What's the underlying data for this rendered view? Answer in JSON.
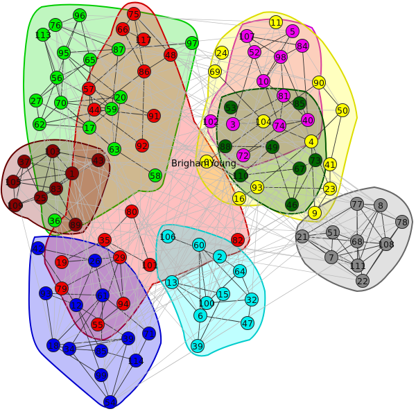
{
  "graph": {
    "label": "BrighamYoung",
    "communities": [
      {
        "id": "green",
        "fill": "#00dd00",
        "stroke": "#00cc00",
        "nodes": [
          "96",
          "76",
          "113",
          "95",
          "65",
          "87",
          "56",
          "70",
          "27",
          "62",
          "20",
          "59",
          "17",
          "63",
          "58",
          "36",
          "97"
        ]
      },
      {
        "id": "red",
        "fill": "#ff0000",
        "stroke": "#cc0000",
        "nodes": [
          "75",
          "66",
          "117",
          "48",
          "86",
          "57",
          "44",
          "91",
          "92",
          "80",
          "82",
          "35",
          "29",
          "101",
          "19",
          "79",
          "94",
          "55"
        ]
      },
      {
        "id": "darkred",
        "fill": "#800000",
        "stroke": "#660000",
        "nodes": [
          "103",
          "37",
          "1",
          "43",
          "105",
          "83",
          "25",
          "109",
          "89"
        ]
      },
      {
        "id": "magenta",
        "fill": "#ee00ee",
        "stroke": "#cc00cc",
        "nodes": [
          "107",
          "5",
          "52",
          "84",
          "98",
          "10",
          "81",
          "102",
          "3",
          "74",
          "40",
          "72"
        ]
      },
      {
        "id": "yellow",
        "fill": "#ffff00",
        "stroke": "#dddd00",
        "nodes": [
          "11",
          "24",
          "69",
          "90",
          "50",
          "104",
          "4",
          "41",
          "23",
          "9",
          "93",
          "16",
          "0"
        ]
      },
      {
        "id": "darkgreen",
        "fill": "#006600",
        "stroke": "#005500",
        "nodes": [
          "53",
          "85",
          "88",
          "49",
          "73",
          "67",
          "110",
          "46"
        ]
      },
      {
        "id": "gray",
        "fill": "#888888",
        "stroke": "#666666",
        "nodes": [
          "77",
          "8",
          "78",
          "21",
          "51",
          "68",
          "108",
          "7",
          "111",
          "22"
        ]
      },
      {
        "id": "cyan",
        "fill": "#00ffff",
        "stroke": "#00cccc",
        "nodes": [
          "106",
          "60",
          "2",
          "64",
          "13",
          "15",
          "32",
          "100",
          "6",
          "47",
          "39"
        ]
      },
      {
        "id": "blue",
        "fill": "#0000ee",
        "stroke": "#0000cc",
        "nodes": [
          "42",
          "26",
          "93b",
          "12",
          "61",
          "39b",
          "71",
          "18",
          "34",
          "85b",
          "114",
          "99",
          "54"
        ]
      }
    ],
    "nodes": [
      {
        "id": "96",
        "label": "96",
        "color": "#00ee00"
      },
      {
        "id": "76",
        "label": "76",
        "color": "#00ee00"
      },
      {
        "id": "113",
        "label": "113",
        "color": "#00ee00"
      },
      {
        "id": "95",
        "label": "95",
        "color": "#00ee00"
      },
      {
        "id": "65",
        "label": "65",
        "color": "#00ee00"
      },
      {
        "id": "87",
        "label": "87",
        "color": "#00ee00"
      },
      {
        "id": "56",
        "label": "56",
        "color": "#00ee00"
      },
      {
        "id": "70",
        "label": "70",
        "color": "#00ee00"
      },
      {
        "id": "27",
        "label": "27",
        "color": "#00ee00"
      },
      {
        "id": "62",
        "label": "62",
        "color": "#00ee00"
      },
      {
        "id": "20",
        "label": "20",
        "color": "#00ee00"
      },
      {
        "id": "59",
        "label": "59",
        "color": "#00ee00"
      },
      {
        "id": "17",
        "label": "17",
        "color": "#00ee00"
      },
      {
        "id": "63",
        "label": "63",
        "color": "#00ee00"
      },
      {
        "id": "58",
        "label": "58",
        "color": "#00ee00"
      },
      {
        "id": "36",
        "label": "36",
        "color": "#00ee00"
      },
      {
        "id": "97",
        "label": "97",
        "color": "#00ee00"
      },
      {
        "id": "75",
        "label": "75",
        "color": "#ee0000"
      },
      {
        "id": "66",
        "label": "66",
        "color": "#ee0000"
      },
      {
        "id": "117",
        "label": "117",
        "color": "#ee0000"
      },
      {
        "id": "48",
        "label": "48",
        "color": "#ee0000"
      },
      {
        "id": "86",
        "label": "86",
        "color": "#ee0000"
      },
      {
        "id": "57",
        "label": "57",
        "color": "#ee0000"
      },
      {
        "id": "44",
        "label": "44",
        "color": "#ee0000"
      },
      {
        "id": "91",
        "label": "91",
        "color": "#ee0000"
      },
      {
        "id": "92",
        "label": "92",
        "color": "#ee0000"
      },
      {
        "id": "80",
        "label": "80",
        "color": "#ee0000"
      },
      {
        "id": "82",
        "label": "82",
        "color": "#ee0000"
      },
      {
        "id": "35",
        "label": "35",
        "color": "#ee0000"
      },
      {
        "id": "29",
        "label": "29",
        "color": "#ee0000"
      },
      {
        "id": "101",
        "label": "101",
        "color": "#ee0000"
      },
      {
        "id": "19",
        "label": "19",
        "color": "#ee0000"
      },
      {
        "id": "79",
        "label": "79",
        "color": "#ee0000"
      },
      {
        "id": "94",
        "label": "94",
        "color": "#ee0000"
      },
      {
        "id": "55",
        "label": "55",
        "color": "#ee0000"
      },
      {
        "id": "103",
        "label": "103",
        "color": "#880000"
      },
      {
        "id": "37",
        "label": "37",
        "color": "#880000"
      },
      {
        "id": "1",
        "label": "1",
        "color": "#880000"
      },
      {
        "id": "43",
        "label": "43",
        "color": "#880000"
      },
      {
        "id": "105",
        "label": "105",
        "color": "#880000"
      },
      {
        "id": "83",
        "label": "83",
        "color": "#880000"
      },
      {
        "id": "25",
        "label": "25",
        "color": "#880000"
      },
      {
        "id": "109",
        "label": "109",
        "color": "#880000"
      },
      {
        "id": "89",
        "label": "89",
        "color": "#880000"
      },
      {
        "id": "107",
        "label": "107",
        "color": "#ee00ee"
      },
      {
        "id": "5",
        "label": "5",
        "color": "#ee00ee"
      },
      {
        "id": "52",
        "label": "52",
        "color": "#ee00ee"
      },
      {
        "id": "84",
        "label": "84",
        "color": "#ee00ee"
      },
      {
        "id": "98",
        "label": "98",
        "color": "#ee00ee"
      },
      {
        "id": "10",
        "label": "10",
        "color": "#ee00ee"
      },
      {
        "id": "81",
        "label": "81",
        "color": "#ee00ee"
      },
      {
        "id": "102",
        "label": "102",
        "color": "#ee00ee"
      },
      {
        "id": "3",
        "label": "3",
        "color": "#ee00ee"
      },
      {
        "id": "74",
        "label": "74",
        "color": "#ee00ee"
      },
      {
        "id": "40",
        "label": "40",
        "color": "#ee00ee"
      },
      {
        "id": "72",
        "label": "72",
        "color": "#ee00ee"
      },
      {
        "id": "11",
        "label": "11",
        "color": "#ffff00"
      },
      {
        "id": "24",
        "label": "24",
        "color": "#ffff00"
      },
      {
        "id": "69",
        "label": "69",
        "color": "#ffff00"
      },
      {
        "id": "90",
        "label": "90",
        "color": "#ffff00"
      },
      {
        "id": "50",
        "label": "50",
        "color": "#ffff00"
      },
      {
        "id": "104",
        "label": "104",
        "color": "#ffff00"
      },
      {
        "id": "4",
        "label": "4",
        "color": "#ffff00"
      },
      {
        "id": "41",
        "label": "41",
        "color": "#ffff00"
      },
      {
        "id": "23",
        "label": "23",
        "color": "#ffff00"
      },
      {
        "id": "9",
        "label": "9",
        "color": "#ffff00"
      },
      {
        "id": "93",
        "label": "93",
        "color": "#ffff00"
      },
      {
        "id": "16",
        "label": "16",
        "color": "#ffff00"
      },
      {
        "id": "0",
        "label": "0",
        "color": "#ffff00"
      },
      {
        "id": "53",
        "label": "53",
        "color": "#006600"
      },
      {
        "id": "85",
        "label": "85",
        "color": "#006600"
      },
      {
        "id": "88",
        "label": "88",
        "color": "#006600"
      },
      {
        "id": "49",
        "label": "49",
        "color": "#006600"
      },
      {
        "id": "73",
        "label": "73",
        "color": "#006600"
      },
      {
        "id": "67",
        "label": "67",
        "color": "#006600"
      },
      {
        "id": "110",
        "label": "110",
        "color": "#006600"
      },
      {
        "id": "46",
        "label": "46",
        "color": "#006600"
      },
      {
        "id": "77",
        "label": "77",
        "color": "#888888"
      },
      {
        "id": "8",
        "label": "8",
        "color": "#888888"
      },
      {
        "id": "78",
        "label": "78",
        "color": "#888888"
      },
      {
        "id": "21",
        "label": "21",
        "color": "#888888"
      },
      {
        "id": "51",
        "label": "51",
        "color": "#888888"
      },
      {
        "id": "68",
        "label": "68",
        "color": "#888888"
      },
      {
        "id": "108",
        "label": "108",
        "color": "#888888"
      },
      {
        "id": "7",
        "label": "7",
        "color": "#888888"
      },
      {
        "id": "111",
        "label": "111",
        "color": "#888888"
      },
      {
        "id": "22",
        "label": "22",
        "color": "#888888"
      },
      {
        "id": "106",
        "label": "106",
        "color": "#00eeee"
      },
      {
        "id": "60",
        "label": "60",
        "color": "#00eeee"
      },
      {
        "id": "2",
        "label": "2",
        "color": "#00eeee"
      },
      {
        "id": "64",
        "label": "64",
        "color": "#00eeee"
      },
      {
        "id": "13",
        "label": "13",
        "color": "#00eeee"
      },
      {
        "id": "15",
        "label": "15",
        "color": "#00eeee"
      },
      {
        "id": "32",
        "label": "32",
        "color": "#00eeee"
      },
      {
        "id": "100",
        "label": "100",
        "color": "#00eeee"
      },
      {
        "id": "6",
        "label": "6",
        "color": "#00eeee"
      },
      {
        "id": "47",
        "label": "47",
        "color": "#00eeee"
      },
      {
        "id": "39",
        "label": "39",
        "color": "#00eeee"
      },
      {
        "id": "42",
        "label": "42",
        "color": "#0000ee"
      },
      {
        "id": "26",
        "label": "26",
        "color": "#0000ee"
      },
      {
        "id": "93b",
        "label": "93",
        "color": "#0000ee"
      },
      {
        "id": "12",
        "label": "12",
        "color": "#0000ee"
      },
      {
        "id": "61",
        "label": "61",
        "color": "#0000ee"
      },
      {
        "id": "39b",
        "label": "39",
        "color": "#0000ee"
      },
      {
        "id": "71",
        "label": "71",
        "color": "#0000ee"
      },
      {
        "id": "18",
        "label": "18",
        "color": "#0000ee"
      },
      {
        "id": "34",
        "label": "34",
        "color": "#0000ee"
      },
      {
        "id": "85b",
        "label": "85",
        "color": "#0000ee"
      },
      {
        "id": "114",
        "label": "114",
        "color": "#0000ee"
      },
      {
        "id": "99",
        "label": "99",
        "color": "#0000ee"
      },
      {
        "id": "54",
        "label": "54",
        "color": "#0000ee"
      }
    ]
  }
}
